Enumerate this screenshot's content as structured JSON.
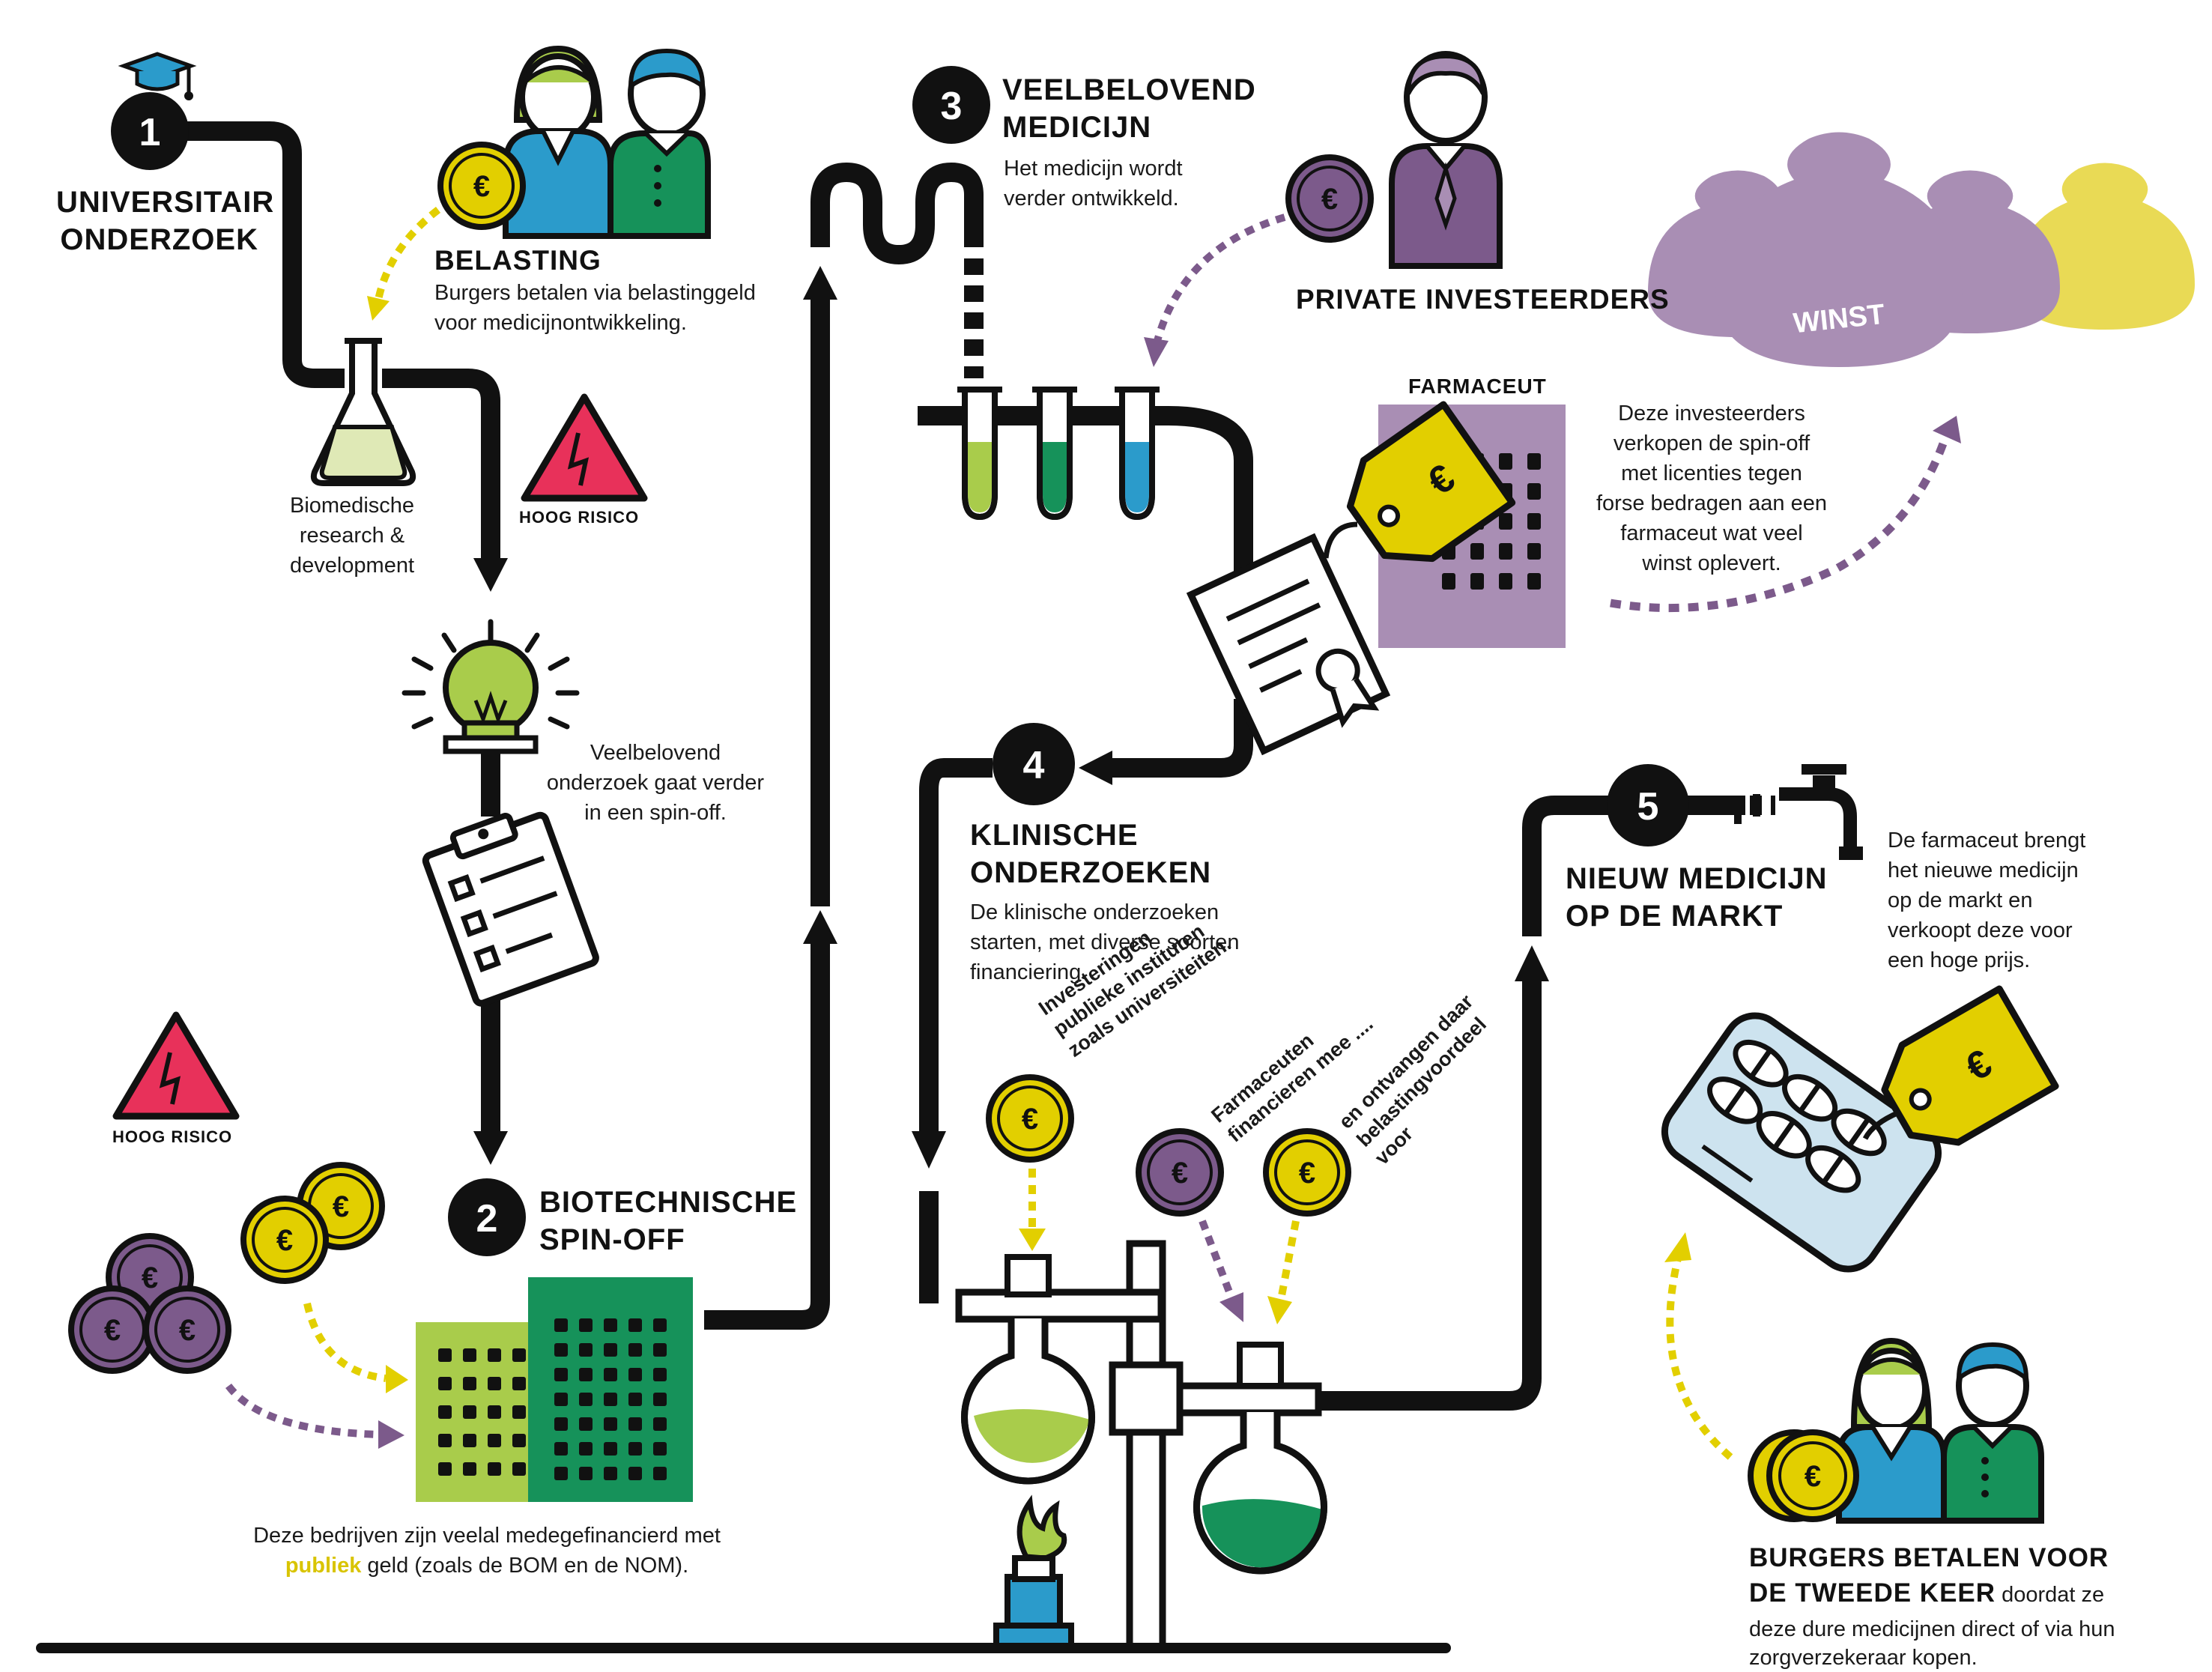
{
  "colors": {
    "ink": "#111111",
    "lime": "#a9cc4b",
    "green": "#16925a",
    "blue": "#2b9bcb",
    "purple": "#7c5a8b",
    "lightpurple": "#a98eb4",
    "yellow": "#e2cf00",
    "red": "#e8315a",
    "pillblue": "#cde3ef"
  },
  "steps": {
    "s1": {
      "number": "1",
      "title_l1": "UNIVERSITAIR",
      "title_l2": "ONDERZOEK"
    },
    "s2": {
      "number": "2",
      "title_l1": "BIOTECHNISCHE",
      "title_l2": "SPIN-OFF"
    },
    "s3": {
      "number": "3",
      "title_l1": "VEELBELOVEND",
      "title_l2": "MEDICIJN",
      "desc_l1": "Het medicijn wordt",
      "desc_l2": "verder ontwikkeld."
    },
    "s4": {
      "number": "4",
      "title_l1": "KLINISCHE",
      "title_l2": "ONDERZOEKEN",
      "desc_l1": "De klinische onderzoeken",
      "desc_l2": "starten, met diverse soorten",
      "desc_l3": "financiering."
    },
    "s5": {
      "number": "5",
      "title_l1": "NIEUW MEDICIJN",
      "title_l2": "OP DE MARKT",
      "desc_l1": "De farmaceut brengt",
      "desc_l2": "het nieuwe medicijn",
      "desc_l3": "op de markt en",
      "desc_l4": "verkoopt deze voor",
      "desc_l5": "een hoge prijs."
    }
  },
  "belasting": {
    "title": "BELASTING",
    "desc_l1": "Burgers betalen via belastinggeld",
    "desc_l2": "voor medicijnontwikkeling."
  },
  "research": {
    "l1": "Biomedische",
    "l2": "research &",
    "l3": "development"
  },
  "risk": {
    "label": "HOOG RISICO"
  },
  "idea": {
    "l1": "Veelbelovend",
    "l2": "onderzoek gaat verder",
    "l3": "in een spin-off."
  },
  "investors": {
    "title": "PRIVATE INVESTEERDERS"
  },
  "pharma": {
    "label": "FARMACEUT",
    "desc_l1": "Deze investeerders",
    "desc_l2": "verkopen de spin-off",
    "desc_l3": "met licenties tegen",
    "desc_l4": "forse bedragen aan een",
    "desc_l5": "farmaceut wat veel",
    "desc_l6": "winst oplevert."
  },
  "winst": {
    "label": "WINST"
  },
  "currency": {
    "symbol": "€"
  },
  "funding": {
    "public_l1": "Investeringen",
    "public_l2": "publieke instituten",
    "public_l3": "zoals universiteiten.",
    "pharma_l1": "Farmaceuten",
    "pharma_l2": "financieren mee ....",
    "tax_l1": "en ontvangen daar",
    "tax_l2": "belastingvoordeel",
    "tax_l3": "voor"
  },
  "spinoff_note": {
    "l1": "Deze bedrijven zijn veelal medegefinancierd met",
    "l2_highlight": "publiek",
    "l2_rest": " geld (zoals de BOM en de NOM)."
  },
  "citizens": {
    "title_l1": "BURGERS BETALEN VOOR",
    "title_l2": "DE TWEEDE KEER",
    "desc_l1": " doordat ze",
    "desc_l2": "deze dure medicijnen direct of via hun",
    "desc_l3": "zorgverzekeraar kopen."
  }
}
